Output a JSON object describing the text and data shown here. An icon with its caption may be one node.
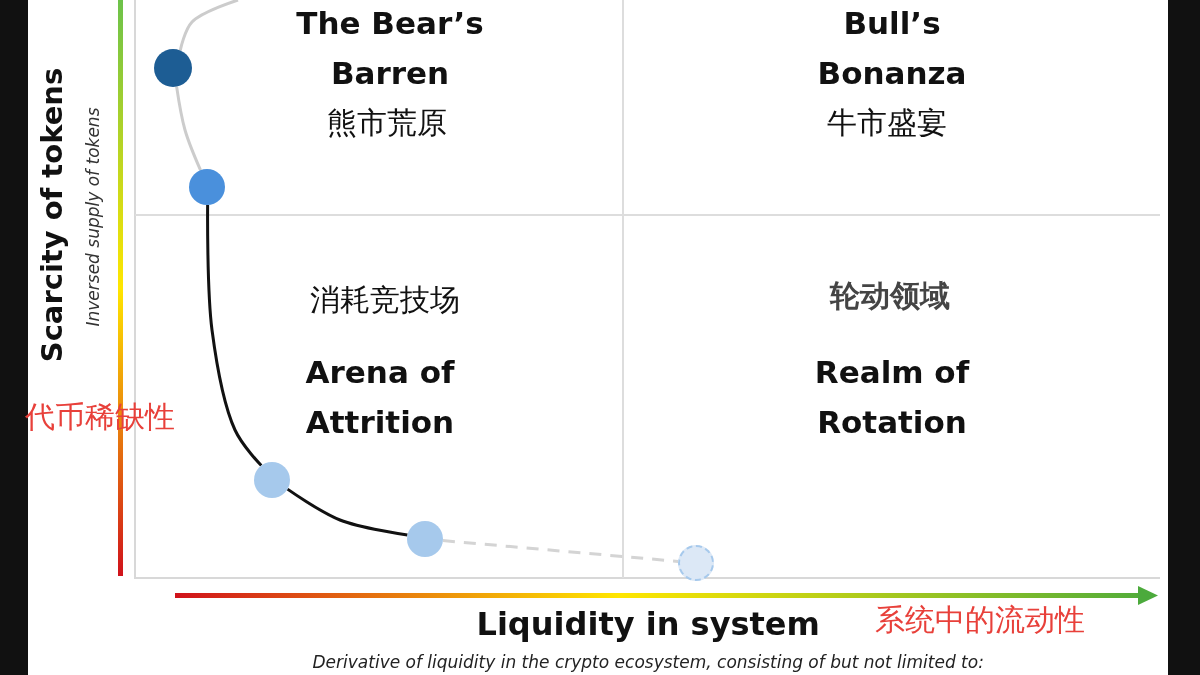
{
  "diagram": {
    "nodes": [
      {
        "text": [],
        "shape": "circle"
      },
      {
        "text": [],
        "shape": "circle"
      },
      {
        "text": [],
        "shape": "circle"
      },
      {
        "text": [],
        "shape": "circle"
      },
      {
        "text": [],
        "shape": "circle"
      }
    ],
    "edges": [
      {
        "from": null,
        "to": 0,
        "arrow": "none",
        "color": "#cccccc"
      },
      {
        "from": 0,
        "to": 1,
        "arrow": "none",
        "color": "#cccccc"
      },
      {
        "from": 1,
        "to": 2,
        "arrow": "none",
        "color": "#111111"
      },
      {
        "from": 2,
        "to": 3,
        "arrow": "none",
        "color": "#111111"
      },
      {
        "from": 3,
        "to": 4,
        "arrow": "none",
        "style": "dashed",
        "color": "#d4d4d4"
      }
    ],
    "labels": [
      "The Bear’s Barren",
      "Bull’s Bonanza",
      "熊市荒原",
      "牛市盛宴",
      "消耗竞技场",
      "轮动领域",
      "Arena of Attrition",
      "Realm of Rotation",
      "Scarcity of tokens",
      "Inversed supply of tokens",
      "代币稀缺性",
      "Liquidity in system",
      "系统中的流动性",
      "Derivative of liquidity in the crypto ecosystem, consisting of but not limited to:"
    ]
  }
}
